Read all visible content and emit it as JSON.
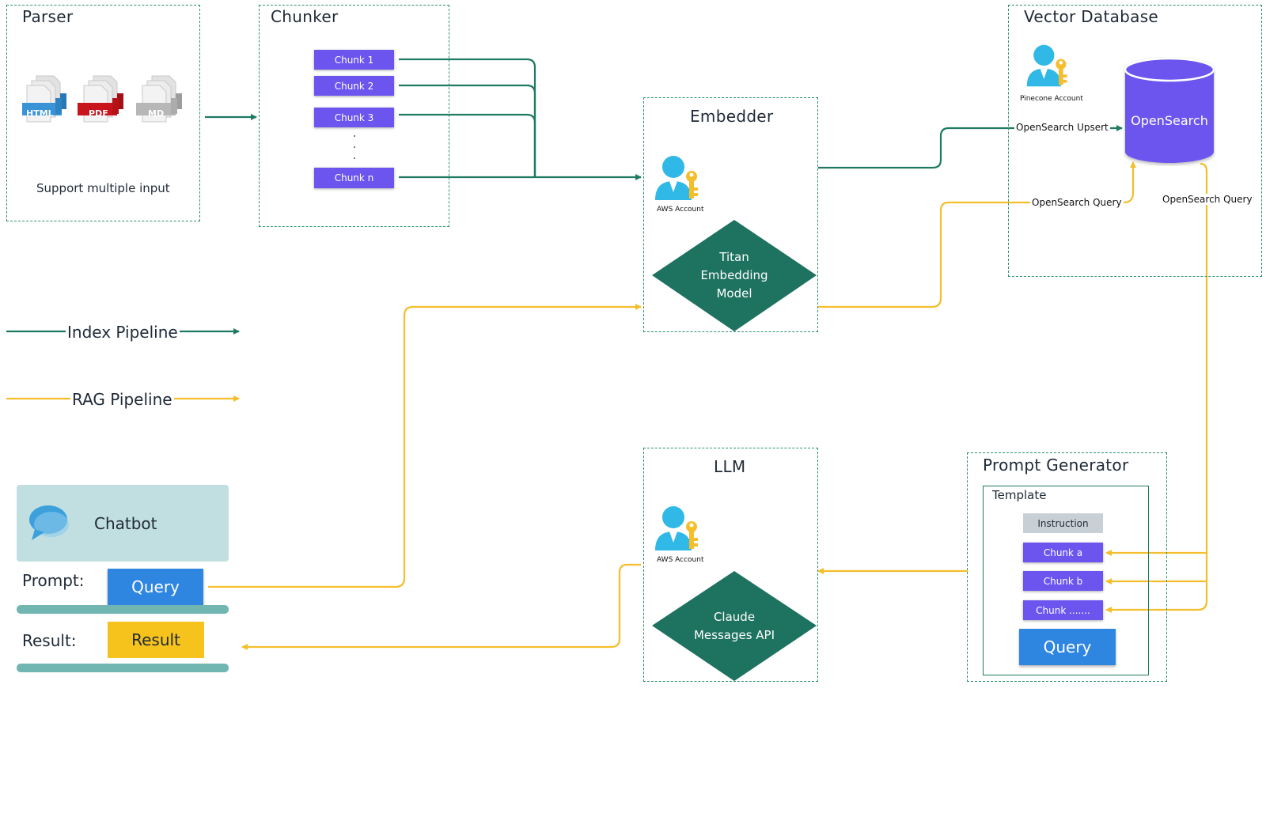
{
  "colors": {
    "index_pipeline": "#1e7a62",
    "rag_pipeline": "#f4be2c",
    "chunk": "#6c55ee",
    "diamond": "#1e7260",
    "opensearch": "#6c55ee",
    "query_blue": "#2f86e0",
    "result_yellow": "#f6c21c",
    "chatbot_bg": "#c1dfe0",
    "instruction_bg": "#c8d0d6"
  },
  "parser": {
    "title": "Parser",
    "files": [
      {
        "label": "HTML",
        "color": "#3a93d6"
      },
      {
        "label": "PDF",
        "color": "#c8141c"
      },
      {
        "label": "MD",
        "color": "#b7b7b7"
      }
    ],
    "caption": "Support multiple input"
  },
  "chunker": {
    "title": "Chunker",
    "chunks": [
      "Chunk 1",
      "Chunk 2",
      "Chunk 3",
      "Chunk n"
    ]
  },
  "embedder": {
    "title": "Embedder",
    "account_label": "AWS Account",
    "model_label": "Titan\nEmbedding\nModel"
  },
  "vector_db": {
    "title": "Vector Database",
    "account_label": "Pinecone Account",
    "store_label": "OpenSearch",
    "upsert_label": "OpenSearch Upsert",
    "query_label_in": "OpenSearch Query",
    "query_label_out": "OpenSearch Query"
  },
  "legend": {
    "index": "Index Pipeline",
    "rag": "RAG Pipeline"
  },
  "chatbot": {
    "title": "Chatbot",
    "prompt_label": "Prompt:",
    "query_label": "Query",
    "result_label": "Result:",
    "result_value": "Result",
    "icon": "chat-bubble-icon"
  },
  "llm": {
    "title": "LLM",
    "account_label": "AWS Account",
    "model_label": "Claude\nMessages API"
  },
  "prompt_generator": {
    "title": "Prompt Generator",
    "template_label": "Template",
    "instruction_label": "Instruction",
    "chunks": [
      "Chunk a",
      "Chunk b",
      "Chunk ......."
    ],
    "query_label": "Query"
  }
}
